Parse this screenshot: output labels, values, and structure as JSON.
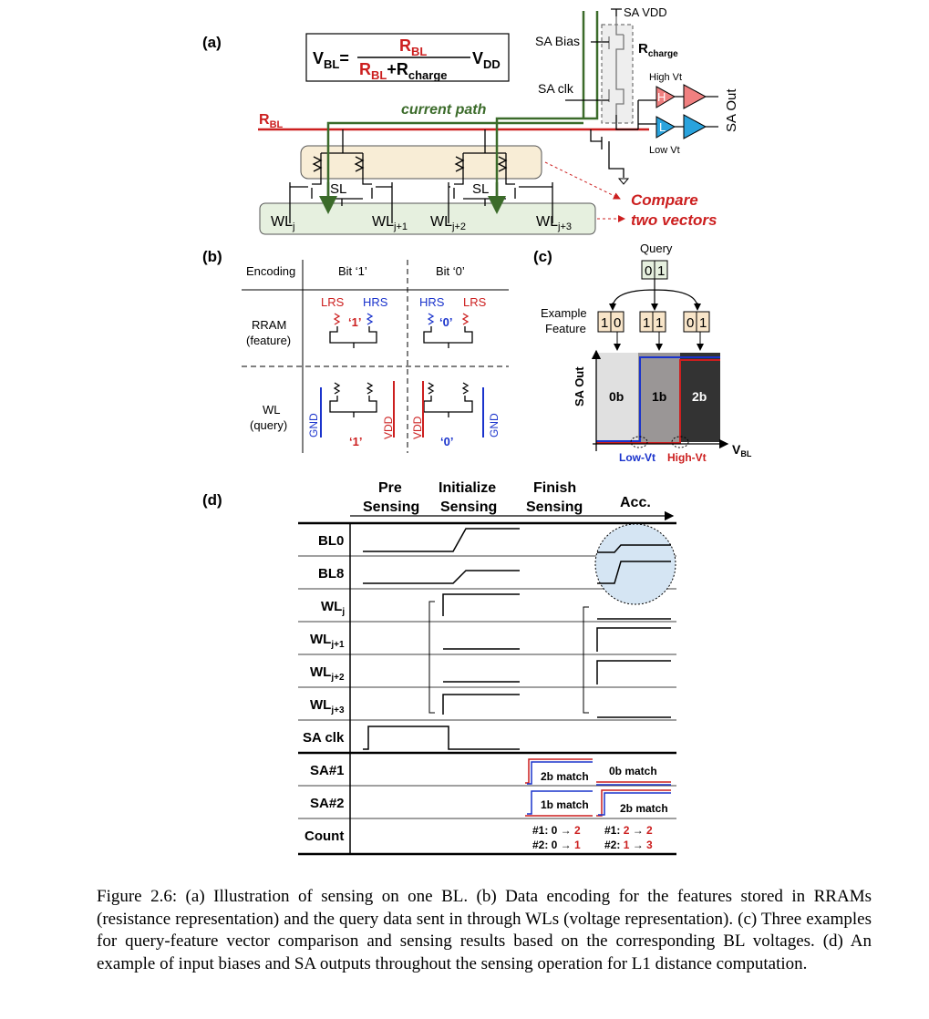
{
  "panel_a": {
    "label": "(a)",
    "formula": {
      "lhs_main": "V",
      "lhs_sub": "BL",
      "num_main": "R",
      "num_sub": "BL",
      "den_r1": "R",
      "den_r1_sub": "BL",
      "den_r2": "+R",
      "den_r2_sub": "charge",
      "rhs_main": "V",
      "rhs_sub": "DD",
      "eq": "="
    },
    "sa_vdd": "SA VDD",
    "sa_bias": "SA Bias",
    "r_charge_main": "R",
    "r_charge_sub": "charge",
    "high_vt": "High Vt",
    "low_vt": "Low Vt",
    "sa_clk": "SA clk",
    "sa_out": "SA Out",
    "current_path": "current path",
    "rbl_main": "R",
    "rbl_sub": "BL",
    "sl": "SL",
    "wl": "WL",
    "wl_j": "j",
    "wl_j1": "j+1",
    "wl_j2": "j+2",
    "wl_j3": "j+3",
    "compare1": "Compare",
    "compare2": "two vectors",
    "h": "H",
    "l": "L"
  },
  "panel_b": {
    "label": "(b)",
    "col_encoding": "Encoding",
    "col_bit1": "Bit ‘1’",
    "col_bit0": "Bit ‘0’",
    "row_rram1": "RRAM",
    "row_rram2": "(feature)",
    "row_wl1": "WL",
    "row_wl2": "(query)",
    "lrs": "LRS",
    "hrs": "HRS",
    "one": "‘1’",
    "zero": "‘0’",
    "gnd": "GND",
    "vdd": "VDD"
  },
  "panel_c": {
    "label": "(c)",
    "query": "Query",
    "query_bits": [
      "0",
      "1"
    ],
    "example1": "Example",
    "example2": "Feature",
    "features": [
      [
        "1",
        "0"
      ],
      [
        "1",
        "1"
      ],
      [
        "0",
        "1"
      ]
    ],
    "regions": [
      "0b",
      "1b",
      "2b"
    ],
    "y_axis": "SA Out",
    "x_axis_main": "V",
    "x_axis_sub": "BL",
    "low_vt": "Low-Vt",
    "high_vt": "High-Vt"
  },
  "panel_d": {
    "label": "(d)",
    "phases": [
      [
        "Pre",
        "Sensing"
      ],
      [
        "Initialize",
        "Sensing"
      ],
      [
        "Finish",
        "Sensing"
      ],
      [
        "Acc."
      ]
    ],
    "rows": [
      "BL0",
      "BL8",
      "WL",
      "WL",
      "WL",
      "WL",
      "SA clk",
      "SA#1",
      "SA#2",
      "Count"
    ],
    "wl_subs": [
      "j",
      "j+1",
      "j+2",
      "j+3"
    ],
    "sa1_first": "2b match",
    "sa1_second": "0b match",
    "sa2_first": "1b match",
    "sa2_second": "2b match",
    "count_first": [
      {
        "pre": "#1: 0 → ",
        "val": "2"
      },
      {
        "pre": "#2: 0 → ",
        "val": "1"
      }
    ],
    "count_second": [
      {
        "pre": "#1: ",
        "v1": "2",
        "mid": " → ",
        "v2": "2"
      },
      {
        "pre": "#2: ",
        "v1": "1",
        "mid": " → ",
        "v2": "3"
      }
    ]
  },
  "caption": "Figure 2.6: (a) Illustration of sensing on one BL. (b) Data encoding for the features stored in RRAMs (resistance representation) and the query data sent in through WLs (voltage representation). (c) Three examples for query-feature vector comparison and sensing results based on the corresponding BL voltages. (d) An example of input biases and SA outputs throughout the sensing operation for L1 distance computation.",
  "colors": {
    "red": "#cc1f1f",
    "blue": "#1a33cc",
    "green": "#3b6b2a",
    "orange_bg": "#f8edd6",
    "green_bg": "#e6f0df",
    "query_bg": "#e6f0df",
    "feature_bg": "#f8e5c9",
    "h_fill": "#f08080",
    "l_fill": "#2aa3dd",
    "acc_circle": "#d5e5f3"
  }
}
